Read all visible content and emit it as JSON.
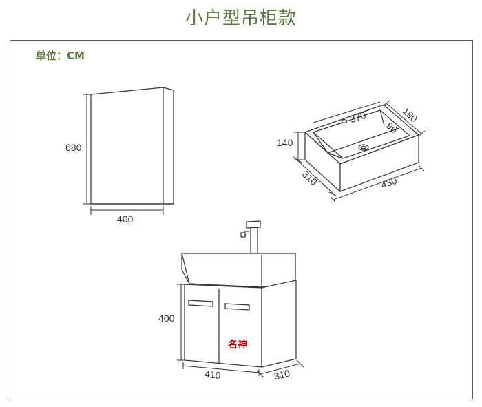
{
  "title": "小户型吊柜款",
  "unit_label": "单位：CM",
  "mirror_cabinet": {
    "height": "680",
    "width": "400"
  },
  "basin": {
    "opening": "370",
    "depth_top": "190",
    "inner_depth": "90",
    "height": "140",
    "side": "310",
    "length": "430"
  },
  "vanity": {
    "height": "400",
    "width": "410",
    "depth": "310"
  },
  "brand_mark": "名神",
  "colors": {
    "title": "#5b7a3e",
    "line": "#333333",
    "brand": "#c00000"
  }
}
